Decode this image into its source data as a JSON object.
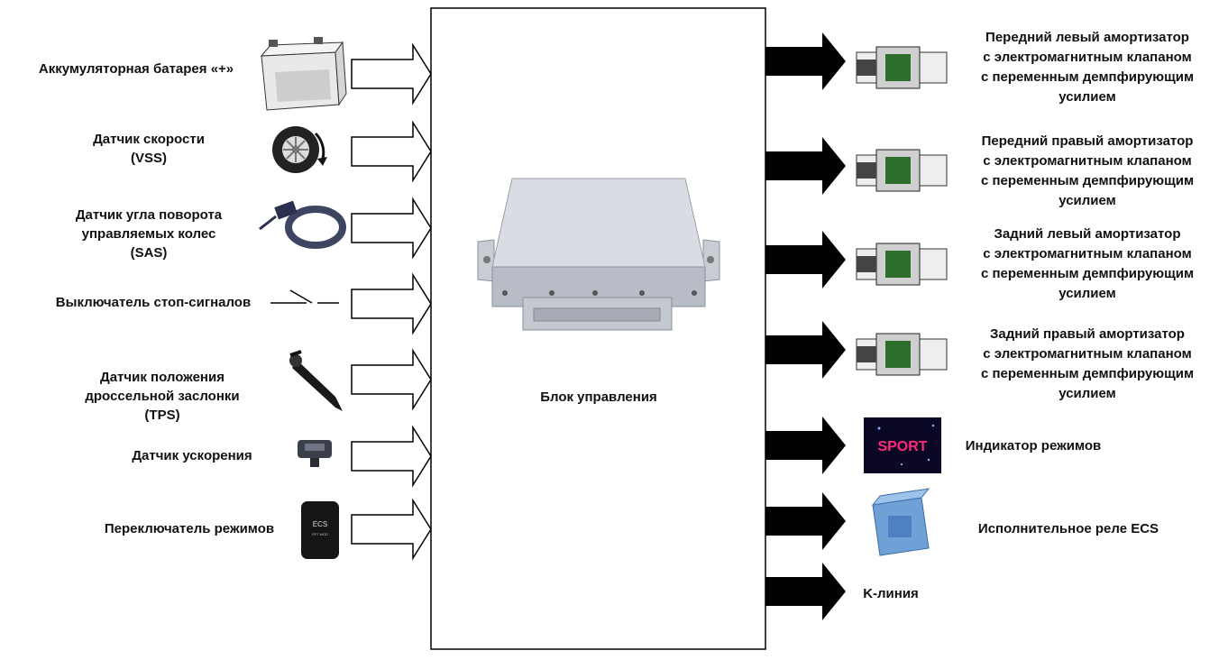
{
  "title_block": "Блок управления",
  "inputs": [
    {
      "id": "battery",
      "lines": [
        "Аккумуляторная батарея «+»"
      ],
      "icon": "battery-icon"
    },
    {
      "id": "vss",
      "lines": [
        "Датчик скорости",
        "(VSS)"
      ],
      "icon": "wheel-speed-icon"
    },
    {
      "id": "sas",
      "lines": [
        "Датчик угла поворота",
        "управляемых колес",
        "(SAS)"
      ],
      "icon": "steering-angle-sensor-icon"
    },
    {
      "id": "stop",
      "lines": [
        "Выключатель стоп-сигналов"
      ],
      "icon": "switch-icon"
    },
    {
      "id": "tps",
      "lines": [
        "Датчик положения",
        "дроссельной заслонки",
        "(TPS)"
      ],
      "icon": "throttle-sensor-icon"
    },
    {
      "id": "accel",
      "lines": [
        "Датчик ускорения"
      ],
      "icon": "acceleration-sensor-icon"
    },
    {
      "id": "mode",
      "lines": [
        "Переключатель режимов"
      ],
      "icon": "mode-switch-icon"
    }
  ],
  "mode_switch_text": {
    "top": "ECS",
    "bottom": "SPT MOD"
  },
  "outputs": [
    {
      "id": "fl",
      "lines": [
        "Передний левый амортизатор",
        "с электромагнитным клапаном",
        "с переменным демпфирующим",
        "усилием"
      ],
      "icon": "shock-absorber-icon"
    },
    {
      "id": "fr",
      "lines": [
        "Передний правый амортизатор",
        "с электромагнитным клапаном",
        "с переменным демпфирующим",
        "усилием"
      ],
      "icon": "shock-absorber-icon"
    },
    {
      "id": "rl",
      "lines": [
        "Задний левый амортизатор",
        "с электромагнитным клапаном",
        "с переменным демпфирующим",
        "усилием"
      ],
      "icon": "shock-absorber-icon"
    },
    {
      "id": "rr",
      "lines": [
        "Задний правый амортизатор",
        "с электромагнитным клапаном",
        "с переменным демпфирующим",
        "усилием"
      ],
      "icon": "shock-absorber-icon"
    },
    {
      "id": "ind",
      "lines": [
        "Индикатор режимов"
      ],
      "icon": "mode-indicator-icon"
    },
    {
      "id": "relay",
      "lines": [
        "Исполнительное реле ECS"
      ],
      "icon": "relay-icon"
    },
    {
      "id": "k",
      "lines": [
        "K-линия"
      ],
      "icon": ""
    }
  ],
  "indicator_text": "SPORT"
}
